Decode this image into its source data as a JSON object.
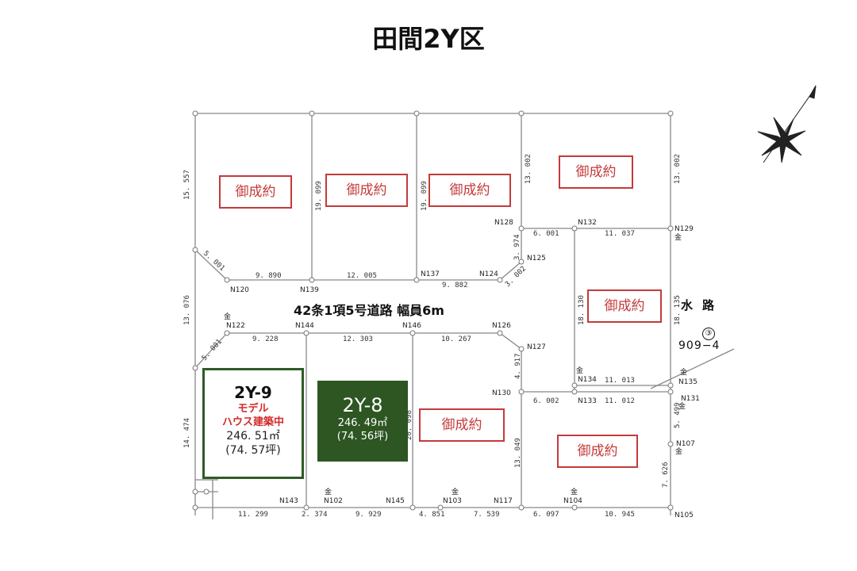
{
  "title": "田間2Y区",
  "road_label": "42条1項5号道路 幅員6m",
  "water_label": "水路",
  "plot_ref": {
    "circle": "③",
    "text": "909−4"
  },
  "sold_label": "御成約",
  "lot_9": {
    "name": "2Y-9",
    "note1": "モデル",
    "note2": "ハウス建築中",
    "area_m2": "246. 51㎡",
    "area_tsubo": "(74. 57坪)"
  },
  "lot_8": {
    "name": "2Y-8",
    "area_m2": "246. 49㎡",
    "area_tsubo": "(74. 56坪)"
  },
  "marker": "金",
  "nodes": {
    "n120": "N120",
    "n139": "N139",
    "n137": "N137",
    "n124": "N124",
    "n125": "N125",
    "n128": "N128",
    "n132": "N132",
    "n129": "N129",
    "n122": "N122",
    "n144": "N144",
    "n146": "N146",
    "n126": "N126",
    "n127": "N127",
    "n130": "N130",
    "n133": "N133",
    "n134": "N134",
    "n135": "N135",
    "n131": "N131",
    "n107": "N107",
    "n143": "N143",
    "n102": "N102",
    "n145": "N145",
    "n103": "N103",
    "n117": "N117",
    "n104": "N104",
    "n105": "N105"
  },
  "dims": {
    "d9890": "9. 890",
    "d12005": "12. 005",
    "d9882": "9. 882",
    "d6001": "6. 001",
    "d11037": "11. 037",
    "d9228": "9. 228",
    "d12303": "12. 303",
    "d10267": "10. 267",
    "d6002": "6. 002",
    "d11012": "11. 012",
    "d11013": "11. 013",
    "d11299": "11. 299",
    "d2374": "2. 374",
    "d9929": "9. 929",
    "d4851": "4. 851",
    "d7539": "7. 539",
    "d6097": "6. 097",
    "d10945": "10. 945",
    "v15557": "15. 557",
    "v19099a": "19. 099",
    "v19099b": "19. 099",
    "v13002a": "13. 002",
    "v13002b": "13. 002",
    "v13076": "13. 076",
    "v14474": "14. 474",
    "v20098": "20. 098",
    "v13049": "13. 049",
    "v18130": "18. 130",
    "v18135": "18. 135",
    "v5499": "5. 499",
    "v7626": "7. 626",
    "v3974": "3. 974",
    "v4917": "4. 917",
    "d5001a": "5. 001",
    "d5001b": "5. 001",
    "d3002": "3. 002"
  }
}
